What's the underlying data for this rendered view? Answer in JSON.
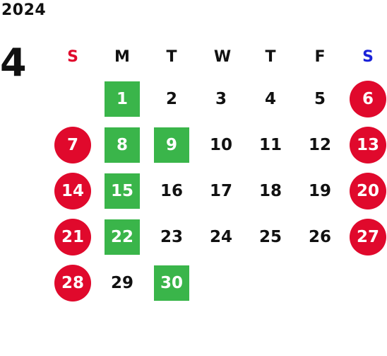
{
  "calendar": {
    "year": "2024",
    "month": "4",
    "colors": {
      "sunday_text": "#e0092c",
      "saturday_text": "#1a22d8",
      "holiday_circle": "#e0092c",
      "highlight_box": "#3ab54a",
      "default_text": "#111111",
      "highlight_text": "#ffffff"
    },
    "weekdays": [
      "S",
      "M",
      "T",
      "W",
      "T",
      "F",
      "S"
    ],
    "weeks": [
      [
        {
          "day": "",
          "style": "none"
        },
        {
          "day": "1",
          "style": "green"
        },
        {
          "day": "2",
          "style": "none"
        },
        {
          "day": "3",
          "style": "none"
        },
        {
          "day": "4",
          "style": "none"
        },
        {
          "day": "5",
          "style": "none"
        },
        {
          "day": "6",
          "style": "red"
        }
      ],
      [
        {
          "day": "7",
          "style": "red"
        },
        {
          "day": "8",
          "style": "green"
        },
        {
          "day": "9",
          "style": "green"
        },
        {
          "day": "10",
          "style": "none"
        },
        {
          "day": "11",
          "style": "none"
        },
        {
          "day": "12",
          "style": "none"
        },
        {
          "day": "13",
          "style": "red"
        }
      ],
      [
        {
          "day": "14",
          "style": "red"
        },
        {
          "day": "15",
          "style": "green"
        },
        {
          "day": "16",
          "style": "none"
        },
        {
          "day": "17",
          "style": "none"
        },
        {
          "day": "18",
          "style": "none"
        },
        {
          "day": "19",
          "style": "none"
        },
        {
          "day": "20",
          "style": "red"
        }
      ],
      [
        {
          "day": "21",
          "style": "red"
        },
        {
          "day": "22",
          "style": "green"
        },
        {
          "day": "23",
          "style": "none"
        },
        {
          "day": "24",
          "style": "none"
        },
        {
          "day": "25",
          "style": "none"
        },
        {
          "day": "26",
          "style": "none"
        },
        {
          "day": "27",
          "style": "red"
        }
      ],
      [
        {
          "day": "28",
          "style": "red"
        },
        {
          "day": "29",
          "style": "none"
        },
        {
          "day": "30",
          "style": "green"
        },
        {
          "day": "",
          "style": "none"
        },
        {
          "day": "",
          "style": "none"
        },
        {
          "day": "",
          "style": "none"
        },
        {
          "day": "",
          "style": "none"
        }
      ]
    ]
  }
}
